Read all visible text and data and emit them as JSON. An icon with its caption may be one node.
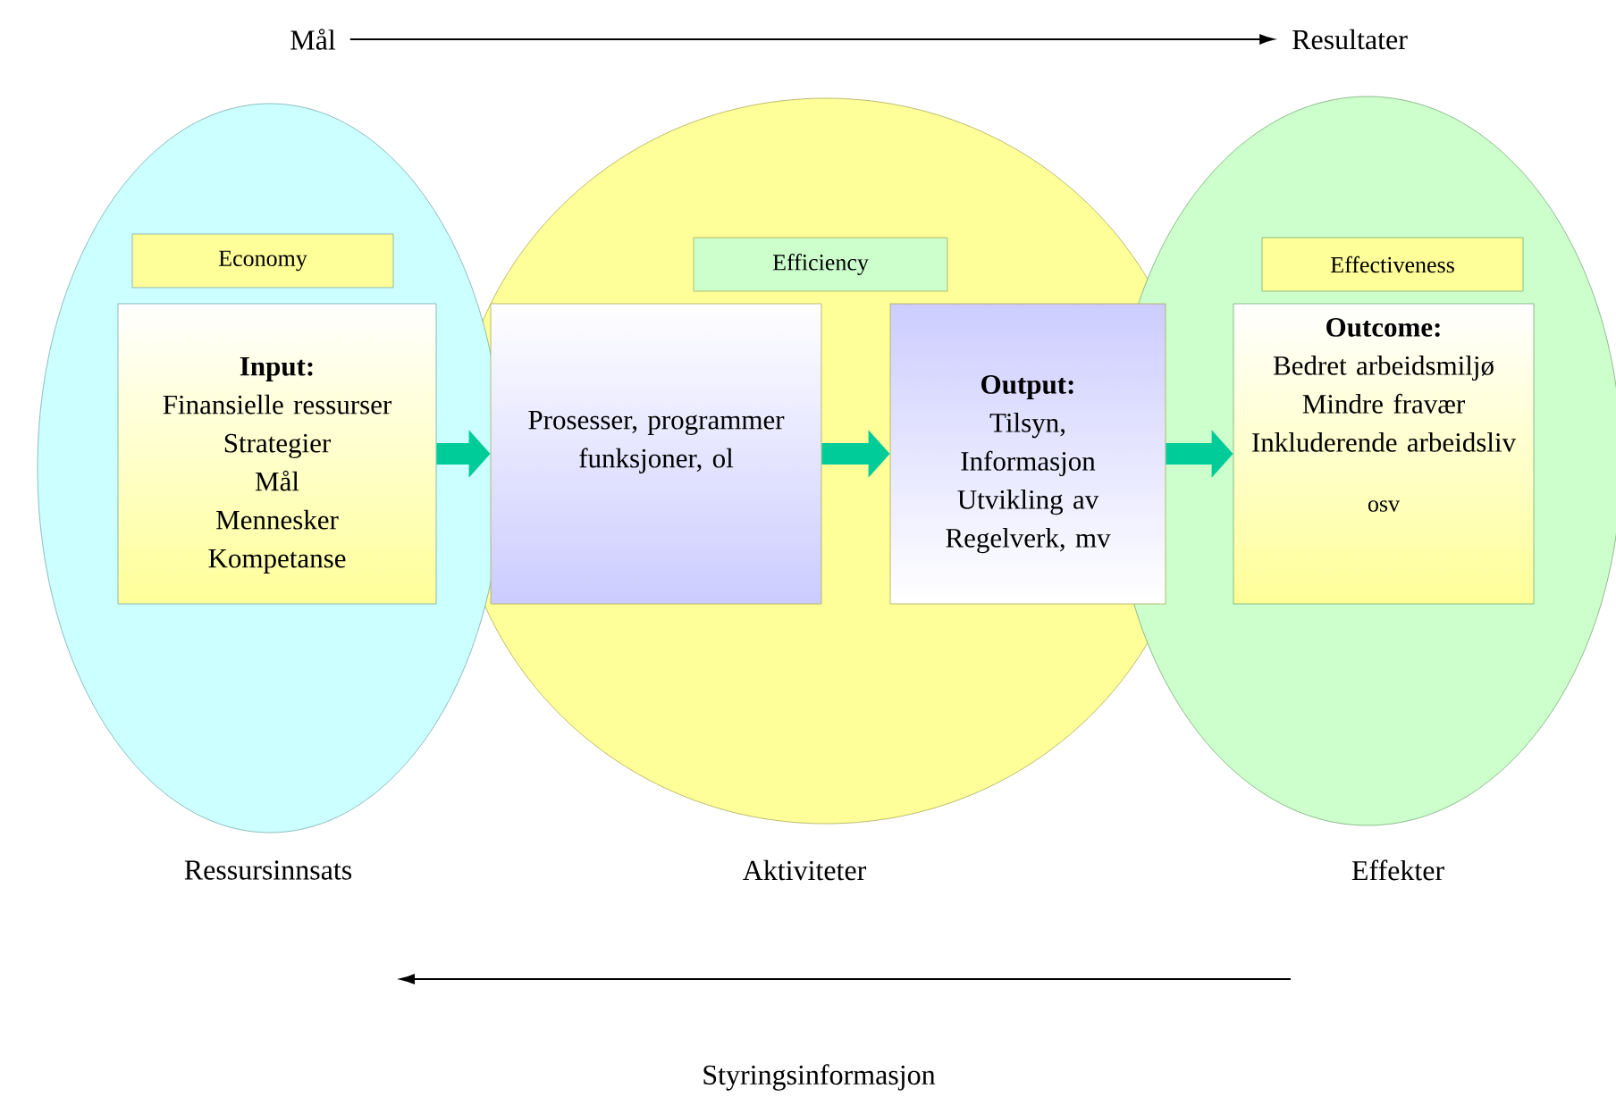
{
  "diagram": {
    "nodes": [
      {
        "text": [
          "Mål"
        ]
      },
      {
        "text": [
          "Resultater"
        ]
      },
      {
        "text": [],
        "shape": "ellipse",
        "beside": [
          "Ressursinnsats"
        ]
      },
      {
        "text": [
          "Economy"
        ],
        "in": 2
      },
      {
        "text": [
          "Input:",
          "Finansielle ressurser",
          "Strategier",
          "Mål",
          "Mennesker",
          "Kompetanse"
        ],
        "in": 2
      },
      {
        "text": [],
        "shape": "ellipse",
        "beside": [
          "Aktiviteter"
        ]
      },
      {
        "text": [
          "Efficiency"
        ],
        "in": 5
      },
      {
        "text": [
          "Prosesser, programmer funksjoner, ol"
        ],
        "in": 5
      },
      {
        "text": [
          "Output:",
          "Tilsyn,",
          "Informasjon",
          "Utvikling av",
          "Regelverk, mv"
        ],
        "in": 5
      },
      {
        "text": [],
        "shape": "ellipse",
        "beside": [
          "Effekter"
        ]
      },
      {
        "text": [
          "Effectiveness"
        ],
        "in": 9
      },
      {
        "text": [
          "Outcome:",
          "Bedret arbeidsmiljø",
          "Mindre fravær",
          "Inkluderende arbeidsliv",
          "osv"
        ],
        "in": 9
      }
    ],
    "edges": [
      {
        "from": 0,
        "to": 1,
        "arrow": "to",
        "color": "#000000"
      },
      {
        "from": 4,
        "to": 7,
        "arrow": "to"
      },
      {
        "from": 7,
        "to": 8,
        "arrow": "to"
      },
      {
        "from": 8,
        "to": 11,
        "arrow": "to"
      }
    ],
    "labels": [
      "Styringsinformasjon"
    ]
  }
}
